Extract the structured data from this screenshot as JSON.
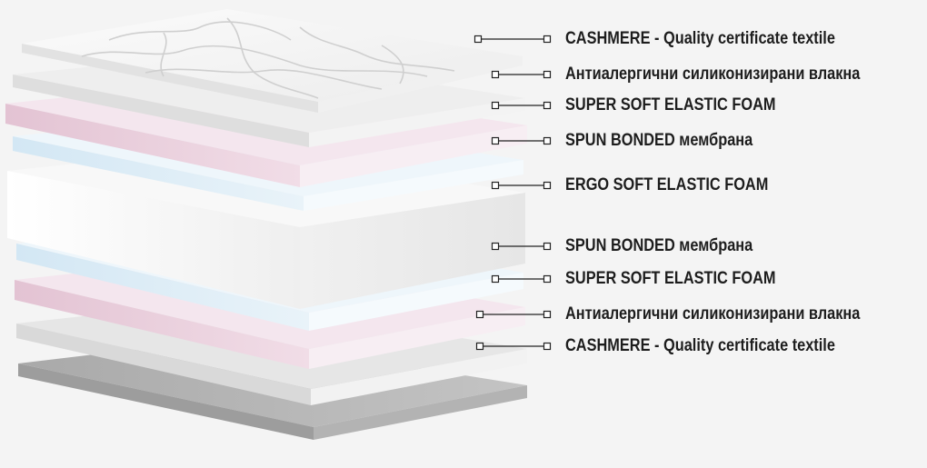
{
  "layers": [
    {
      "label": "CASHMERE - Quality certificate textile"
    },
    {
      "label": "Антиалергични силиконизирани влакна"
    },
    {
      "label": "SUPER SOFT ELASTIC FOAM"
    },
    {
      "label": "SPUN BONDED мембрана"
    },
    {
      "label": "ERGO SOFT ELASTIC FOAM"
    },
    {
      "label": "SPUN BONDED мембрана"
    },
    {
      "label": "SUPER SOFT ELASTIC FOAM"
    },
    {
      "label": "Антиалергични силиконизирани влакна"
    },
    {
      "label": "CASHMERE - Quality certificate textile"
    }
  ],
  "colors": {
    "background": "#f4f4f4",
    "quilted": "#f7f7f7",
    "fiber": "#ececec",
    "pink": "#e9cfdc",
    "blue": "#dcecf6",
    "foam": "#f3f3f3",
    "bottom": "#b5b5b5",
    "text": "#1d1d1d",
    "leader": "#222222"
  }
}
